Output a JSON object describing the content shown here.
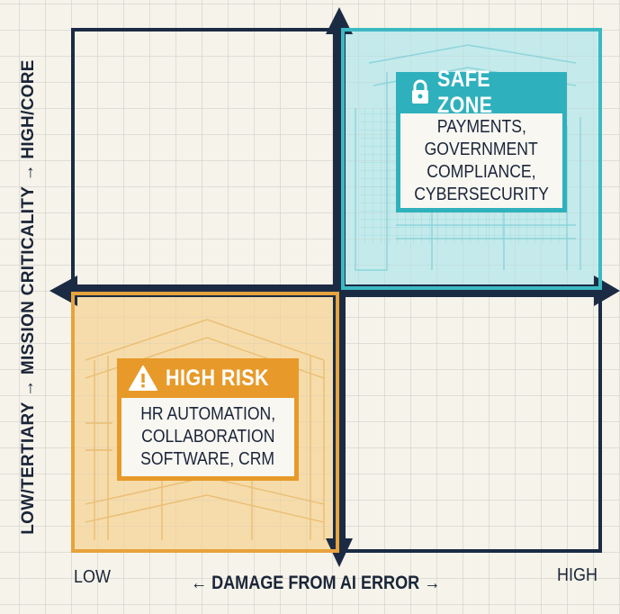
{
  "colors": {
    "background": "#f5f3ea",
    "grid": "#c9c9c2",
    "axis": "#1c2b44",
    "safe_accent": "#2fb1bd",
    "safe_fill": "#bfe9ec",
    "risk_accent": "#e79a2a",
    "risk_fill": "#f6d9a3"
  },
  "x_axis": {
    "low_label": "LOW",
    "high_label": "HIGH",
    "title": "← DAMAGE FROM AI ERROR →"
  },
  "y_axis": {
    "title": "LOW/TERTIARY → MISSION CRITICALITY → HIGH/CORE"
  },
  "safe_zone": {
    "icon": "lock-icon",
    "label": "SAFE ZONE",
    "lines": [
      "PAYMENTS,",
      "GOVERNMENT",
      "COMPLIANCE,",
      "CYBERSECURITY"
    ]
  },
  "high_risk": {
    "icon": "warning-icon",
    "label": "HIGH RISK",
    "lines": [
      "HR AUTOMATION,",
      "COLLABORATION",
      "SOFTWARE, CRM"
    ]
  }
}
